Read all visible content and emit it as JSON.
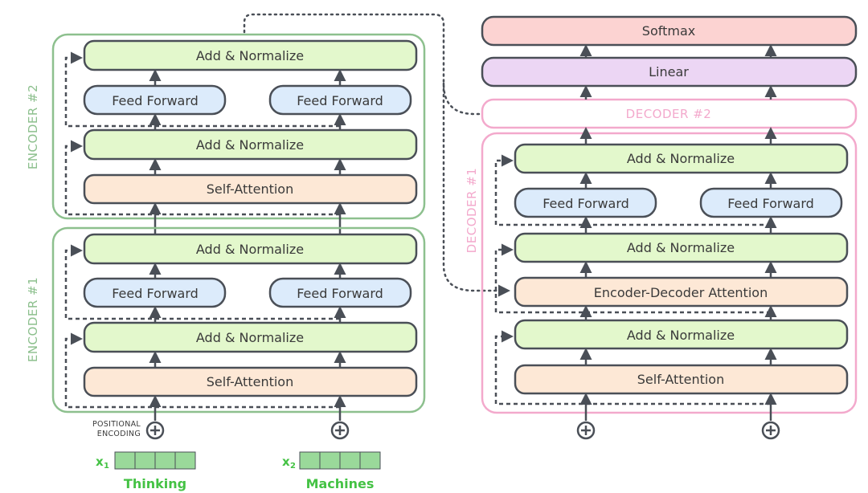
{
  "colors": {
    "encoder_border": "#8dc08e",
    "decoder_border": "#f3a9cc",
    "add_norm_fill": "#e3f8cc",
    "feed_forward_fill": "#dcebfb",
    "attention_fill": "#fde8d6",
    "softmax_fill": "#fcd3d2",
    "linear_fill": "#ecd6f4",
    "box_stroke": "#4a4f57",
    "word_green": "#44c244",
    "embed_fill": "#9ad99a"
  },
  "encoders": [
    {
      "label": "ENCODER #2",
      "add_norm_top": "Add & Normalize",
      "feed_forward": [
        "Feed Forward",
        "Feed Forward"
      ],
      "add_norm_mid": "Add & Normalize",
      "self_attention": "Self-Attention"
    },
    {
      "label": "ENCODER #1",
      "add_norm_top": "Add & Normalize",
      "feed_forward": [
        "Feed Forward",
        "Feed Forward"
      ],
      "add_norm_mid": "Add & Normalize",
      "self_attention": "Self-Attention"
    }
  ],
  "decoder_top": {
    "softmax": "Softmax",
    "linear": "Linear",
    "decoder2": "DECODER #2"
  },
  "decoder1": {
    "label": "DECODER #1",
    "add_norm_top": "Add & Normalize",
    "feed_forward": [
      "Feed Forward",
      "Feed Forward"
    ],
    "add_norm_2": "Add & Normalize",
    "enc_dec_attention": "Encoder-Decoder Attention",
    "add_norm_1": "Add & Normalize",
    "self_attention": "Self-Attention"
  },
  "positional": {
    "line1": "POSITIONAL",
    "line2": "ENCODING"
  },
  "inputs": [
    {
      "x": "x",
      "sub": "1",
      "word": "Thinking"
    },
    {
      "x": "x",
      "sub": "2",
      "word": "Machines"
    }
  ]
}
